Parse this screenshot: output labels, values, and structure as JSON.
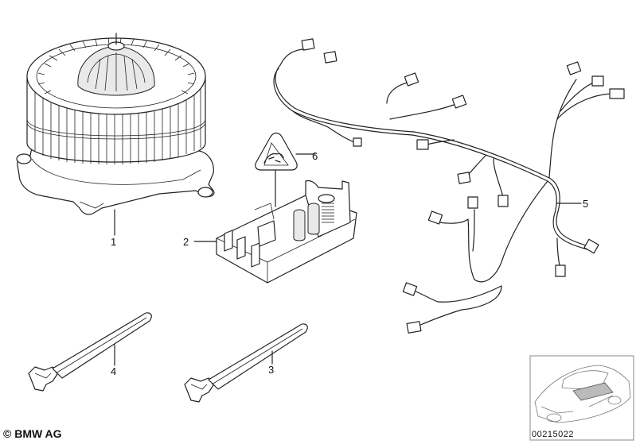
{
  "parts": [
    {
      "number": "1",
      "name": "blower-motor"
    },
    {
      "number": "2",
      "name": "blower-resistor"
    },
    {
      "number": "3",
      "name": "cable-tie"
    },
    {
      "number": "4",
      "name": "cable-tie"
    },
    {
      "number": "5",
      "name": "wiring-harness"
    },
    {
      "number": "6",
      "name": "warning-label"
    }
  ],
  "copyright": "© BMW AG",
  "reference_number": "00215022"
}
